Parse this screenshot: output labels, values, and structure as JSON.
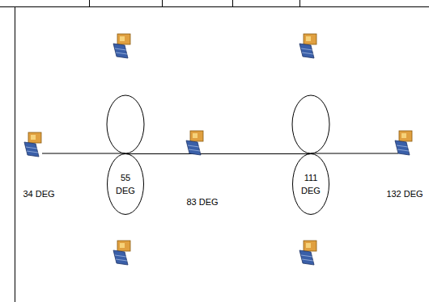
{
  "diagram": {
    "nodes": [
      {
        "text": [
          "55 DEG"
        ]
      },
      {
        "text": [
          "111 DEG"
        ]
      }
    ],
    "edges": [
      {
        "from": 0,
        "to": 1,
        "arrow": "none"
      }
    ],
    "labels": [
      "34 DEG",
      "83 DEG",
      "132 DEG"
    ]
  }
}
